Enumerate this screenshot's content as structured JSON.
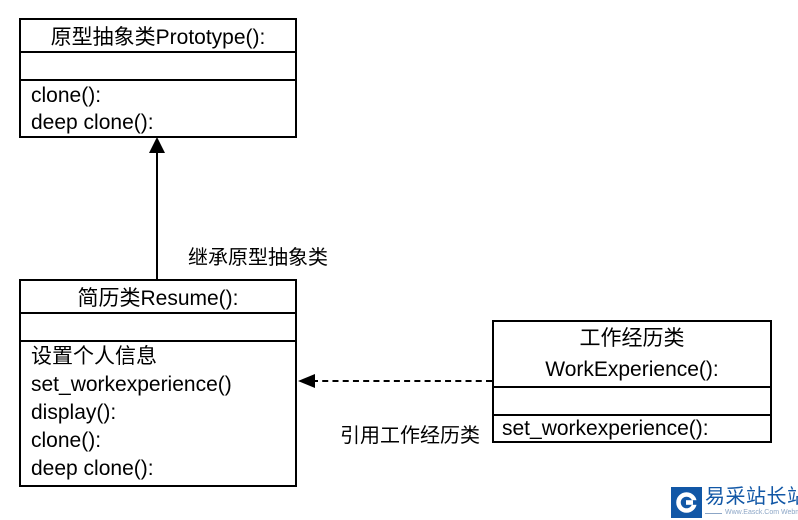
{
  "diagram": {
    "line_color": "#000000",
    "boxes": [
      {
        "id": "prototype",
        "title": "原型抽象类Prototype():",
        "attributes": "",
        "methods": [
          "clone():",
          "deep clone():"
        ]
      },
      {
        "id": "resume",
        "title": "简历类Resume():",
        "attributes": "",
        "methods": [
          "设置个人信息",
          "set_workexperience()",
          "display():",
          "clone():",
          "deep clone():"
        ]
      },
      {
        "id": "workexperience",
        "title_line1": "工作经历类",
        "title_line2": "WorkExperience():",
        "attributes": "",
        "methods": [
          "set_workexperience():"
        ]
      }
    ],
    "edges": [
      {
        "type": "solid-arrow-up",
        "label": "继承原型抽象类"
      },
      {
        "type": "dashed-arrow-left",
        "label": "引用工作经历类"
      }
    ]
  },
  "watermark": {
    "brand": "易采站长站",
    "subtext": "Www.Easck.Com Webmaster",
    "brand_color": "#1157a6"
  }
}
